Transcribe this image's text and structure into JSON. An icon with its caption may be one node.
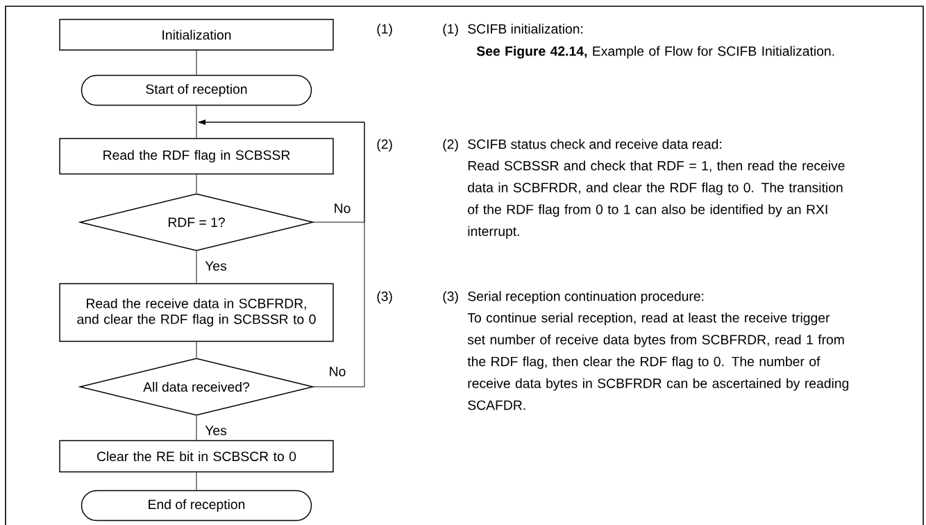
{
  "diagram": {
    "nodes": [
      {
        "text": [
          "Initialization"
        ]
      },
      {
        "text": [
          "Start of reception"
        ]
      },
      {
        "text": [
          "Read the RDF flag in SCBSSR"
        ]
      },
      {
        "text": [
          "RDF = 1?"
        ]
      },
      {
        "text": [
          "Read the receive data in SCBFRDR, and clear the RDF flag in SCBSSR to 0"
        ]
      },
      {
        "text": [
          "All data received?"
        ]
      },
      {
        "text": [
          "Clear the RE bit in SCBSCR to 0"
        ]
      },
      {
        "text": [
          "End of reception"
        ]
      }
    ],
    "edges": [
      {
        "from": 0,
        "to": 1,
        "arrow": "none"
      },
      {
        "from": 1,
        "to": 2,
        "arrow": "none"
      },
      {
        "from": 2,
        "to": 3,
        "arrow": "none"
      },
      {
        "from": 3,
        "to": 4,
        "arrow": "none",
        "label": "Yes"
      },
      {
        "from": 3,
        "to": 2,
        "arrow": "to",
        "label": "No"
      },
      {
        "from": 4,
        "to": 5,
        "arrow": "none"
      },
      {
        "from": 5,
        "to": 6,
        "arrow": "none",
        "label": "Yes"
      },
      {
        "from": 5,
        "to": 2,
        "arrow": "to",
        "label": "No"
      },
      {
        "from": 6,
        "to": 7,
        "arrow": "none"
      }
    ],
    "labels": [
      "(1)",
      "(1)",
      "SCIFB initialization:",
      "**See Figure 42.14,** Example of Flow for SCIFB Initialization.",
      "(2)",
      "(2)",
      "SCIFB status check and receive data read:",
      "Read SCBSSR and check that RDF = 1, then read the receive data in SCBFRDR, and clear the RDF flag to 0. The transition of the RDF flag from 0 to 1 can also be identified by an RXI interrupt.",
      "(3)",
      "(3)",
      "Serial reception continuation procedure:",
      "To continue serial reception, read at least the receive trigger set number of receive data bytes from SCBFRDR, read 1 from the RDF flag, then clear the RDF flag to 0. The number of receive data bytes in SCBFRDR can be ascertained by reading SCAFDR."
    ]
  }
}
